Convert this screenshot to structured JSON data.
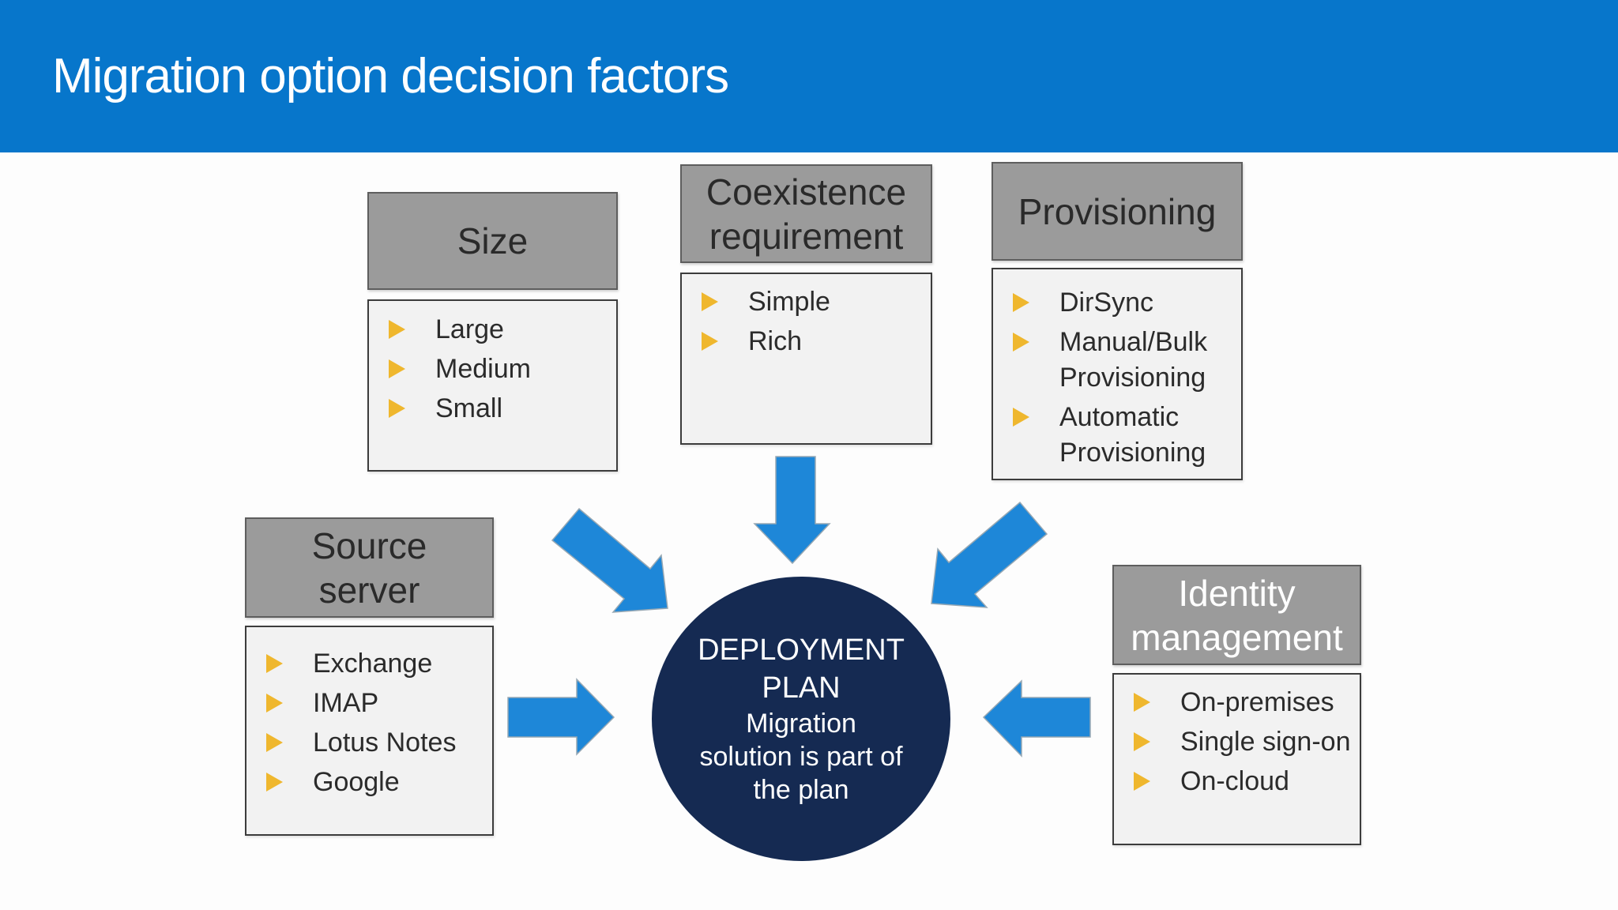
{
  "slide": {
    "title": "Migration option decision factors"
  },
  "colors": {
    "header_blue": "#0776CB",
    "arrow_blue": "#1E87D8",
    "box_header_gray": "#9B9B9B",
    "list_bg": "#F2F2F2",
    "circle_navy": "#152A52",
    "bullet_gold": "#EFB72E",
    "text_dark": "#2B2B2B",
    "header_text_light": "#FFFFFF"
  },
  "factors": [
    {
      "title": "Size",
      "title_lines": [
        "Size"
      ],
      "header_text": "dark",
      "items": [
        "Large",
        "Medium",
        "Small"
      ]
    },
    {
      "title": "Coexistence requirement",
      "title_lines": [
        "Coexistence",
        "requirement"
      ],
      "header_text": "dark",
      "items": [
        "Simple",
        "Rich"
      ]
    },
    {
      "title": "Provisioning",
      "title_lines": [
        "Provisioning"
      ],
      "header_text": "dark",
      "items": [
        "DirSync",
        "Manual/Bulk Provisioning",
        "Automatic Provisioning"
      ]
    },
    {
      "title": "Source server",
      "title_lines": [
        "Source",
        "server"
      ],
      "header_text": "dark",
      "items": [
        "Exchange",
        "IMAP",
        "Lotus Notes",
        "Google"
      ]
    },
    {
      "title": "Identity management",
      "title_lines": [
        "Identity",
        "management"
      ],
      "header_text": "light",
      "items": [
        "On-premises",
        "Single sign-on",
        "On-cloud"
      ]
    }
  ],
  "center": {
    "heading": "DEPLOYMENT PLAN",
    "heading_lines": [
      "DEPLOYMENT",
      "PLAN"
    ],
    "body": "Migration solution is part of the plan",
    "body_lines": [
      "Migration",
      "solution is part of",
      "the plan"
    ]
  },
  "icons": {
    "bullet": "right-triangle-bullet",
    "arrows": [
      "arrow-from-size",
      "arrow-from-coexistence",
      "arrow-from-provisioning",
      "arrow-from-source-server",
      "arrow-from-identity-management"
    ]
  }
}
